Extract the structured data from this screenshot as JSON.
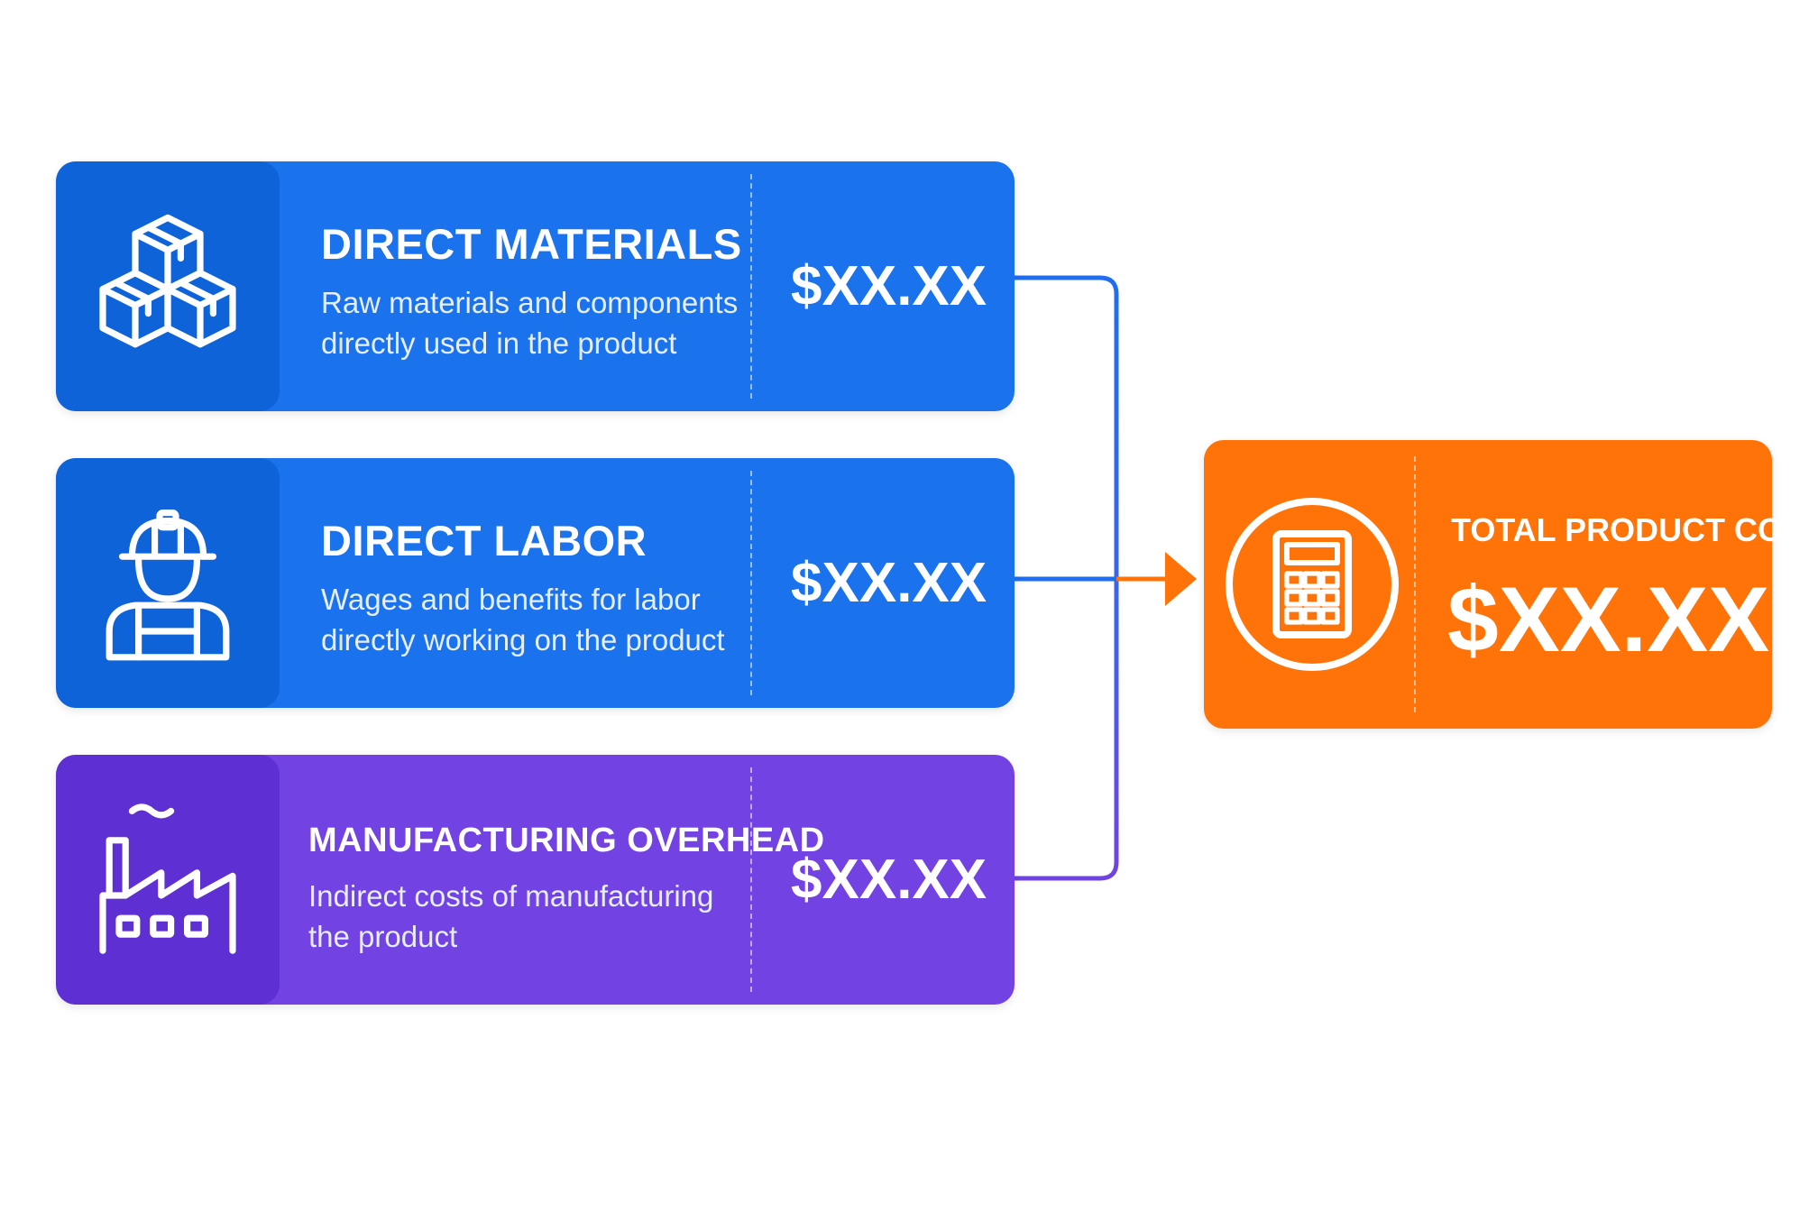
{
  "items": [
    {
      "title": "DIRECT MATERIALS",
      "description": "Raw materials and components directly used in the product",
      "amount": "$XX.XX",
      "icon": "boxes-icon"
    },
    {
      "title": "DIRECT LABOR",
      "description": "Wages and benefits for labor directly working on the product",
      "amount": "$XX.XX",
      "icon": "worker-icon"
    },
    {
      "title": "MANUFACTURING OVERHEAD",
      "description": "Indirect costs of manufacturing the product",
      "amount": "$XX.XX",
      "icon": "factory-icon"
    }
  ],
  "total": {
    "title": "TOTAL PRODUCT COST",
    "amount": "$XX.XX",
    "icon": "calculator-icon"
  },
  "colors": {
    "blue": "#1a72ec",
    "blue_dark": "#0f63d9",
    "purple": "#7242e3",
    "purple_dark": "#5e2fd2",
    "orange": "#ff7308"
  }
}
